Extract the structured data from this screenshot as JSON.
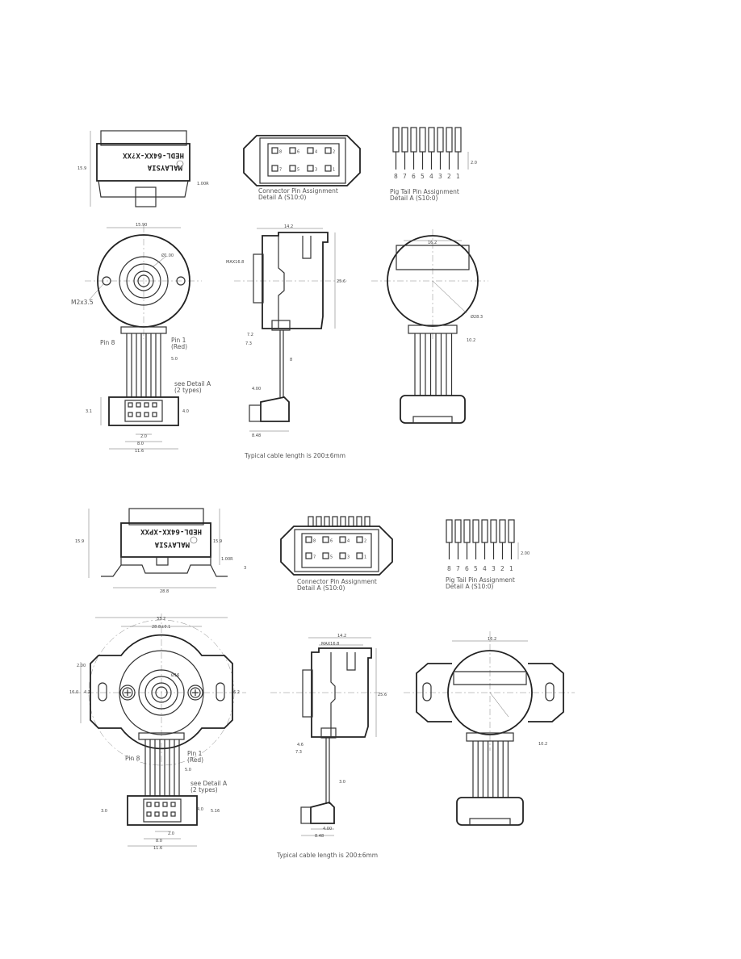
{
  "part1": {
    "top_view": {
      "brand_text": "MALAYSIA",
      "part_number": "HEDL-64XX-X?XX",
      "height_dim": "15.9",
      "rim_dim": "1.00R"
    },
    "connector": {
      "pins_top": [
        "8",
        "6",
        "4",
        "2"
      ],
      "pins_bottom": [
        "7",
        "5",
        "3",
        "1"
      ],
      "caption_line1": "Connector Pin Assignment",
      "caption_line2": "Detail A (S10:0)"
    },
    "pigtail": {
      "pins": [
        "8",
        "7",
        "6",
        "5",
        "4",
        "3",
        "2",
        "1"
      ],
      "dim": "2.0",
      "caption_line1": "Pig Tail Pin Assignment",
      "caption_line2": "Detail A (S10:0)"
    },
    "front": {
      "width_dim": "15.90",
      "hole_dim": "Ø1.00",
      "screw_label": "M2x3.5",
      "pin8_label": "Pin 8",
      "pin1_label": "Pin 1",
      "pin1_sub": "(Red)",
      "pitch_dim": "5.0",
      "detail_label": "see Detail A",
      "detail_sub": "(2 types)",
      "dim_2_0": "2.0",
      "dim_8_0": "8.0",
      "dim_11_6": "11.6",
      "dim_4_0": "4.0",
      "dim_3_1": "3.1"
    },
    "side": {
      "width_dim": "14.2",
      "max_dim": "MAX16.8",
      "height_dim": "25.6",
      "dim_7_2": "7.2",
      "dim_7_3": "7.3",
      "dim_8": "8",
      "dim_4_0": "4.00",
      "dim_8_48": "8.48",
      "cable_note": "Typical cable length is 200±6mm"
    },
    "back": {
      "width_dim": "16.2",
      "dia_dim": "Ø28.3",
      "cable_dim": "10.2"
    }
  },
  "part2": {
    "top_view": {
      "brand_text": "MALAYSIA",
      "part_number": "HEDL-64XX-XPXX",
      "height_left": "15.9",
      "height_right": "15.9",
      "rim_dim": "1.00R",
      "base_dim": "28.8",
      "small_dim": "3"
    },
    "connector": {
      "pins_top": [
        "8",
        "6",
        "4",
        "2"
      ],
      "pins_bottom": [
        "7",
        "5",
        "3",
        "1"
      ],
      "caption_line1": "Connector Pin Assignment",
      "caption_line2": "Detail A (S10:0)"
    },
    "pigtail": {
      "pins": [
        "8",
        "7",
        "6",
        "5",
        "4",
        "3",
        "2",
        "1"
      ],
      "dim": "2.00",
      "caption_line1": "Pig Tail Pin Assignment",
      "caption_line2": "Detail A (S10:0)"
    },
    "front": {
      "width_outer": "33.2",
      "width_inner": "28.8±0.1",
      "tab_dim": "2.00",
      "hole_dim": "Ø16",
      "left_h": "16.0",
      "left_h2": "4.2",
      "right_h": "6.2",
      "pin8_label": "Pin 8",
      "pin1_label": "Pin 1",
      "pin1_sub": "(Red)",
      "pitch_dim": "5.0",
      "detail_label": "see Detail A",
      "detail_sub": "(2 types)",
      "dim_3_0": "3.0",
      "dim_2_0": "2.0",
      "dim_8_0": "8.0",
      "dim_11_6": "11.6",
      "dim_4_0": "4.0",
      "dim_5_16": "5.16"
    },
    "side": {
      "width_dim": "14.2",
      "max_dim": "MAX16.8",
      "height_dim": "25.6",
      "dim_4_6": "4.6",
      "dim_7_3": "7.3",
      "dim_3_0": "3.0",
      "dim_4_00": "4.00",
      "dim_8_48": "8.48",
      "cable_note": "Typical cable length is 200±6mm"
    },
    "back": {
      "width_dim": "16.2",
      "cable_dim": "10.2"
    }
  }
}
